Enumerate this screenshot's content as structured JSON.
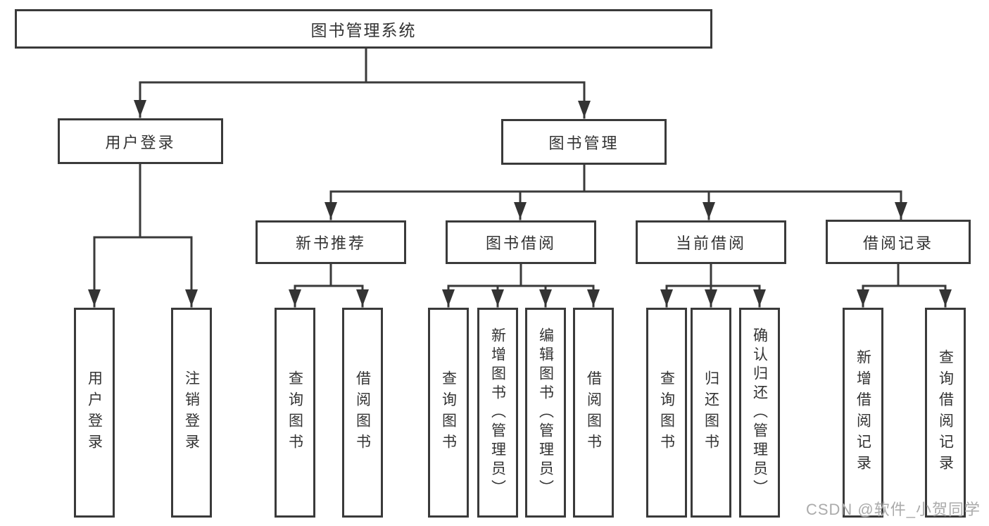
{
  "diagram": {
    "root": {
      "label": "图书管理系统"
    },
    "branches": [
      {
        "label": "用户登录",
        "children": [
          {
            "label": "用户登录"
          },
          {
            "label": "注销登录"
          }
        ]
      },
      {
        "label": "图书管理",
        "groups": [
          {
            "label": "新书推荐",
            "children": [
              {
                "label": "查询图书"
              },
              {
                "label": "借阅图书"
              }
            ]
          },
          {
            "label": "图书借阅",
            "children": [
              {
                "label": "查询图书"
              },
              {
                "label": "新增图书（管理员）"
              },
              {
                "label": "编辑图书（管理员）"
              },
              {
                "label": "借阅图书"
              }
            ]
          },
          {
            "label": "当前借阅",
            "children": [
              {
                "label": "查询图书"
              },
              {
                "label": "归还图书"
              },
              {
                "label": "确认归还（管理员）"
              }
            ]
          },
          {
            "label": "借阅记录",
            "children": [
              {
                "label": "新增借阅记录"
              },
              {
                "label": "查询借阅记录"
              }
            ]
          }
        ]
      }
    ],
    "watermark": "CSDN @软件_小贺同学",
    "colors": {
      "line": "#3a3a3a",
      "text": "#333333",
      "watermark": "#ababab",
      "background": "#ffffff"
    }
  }
}
